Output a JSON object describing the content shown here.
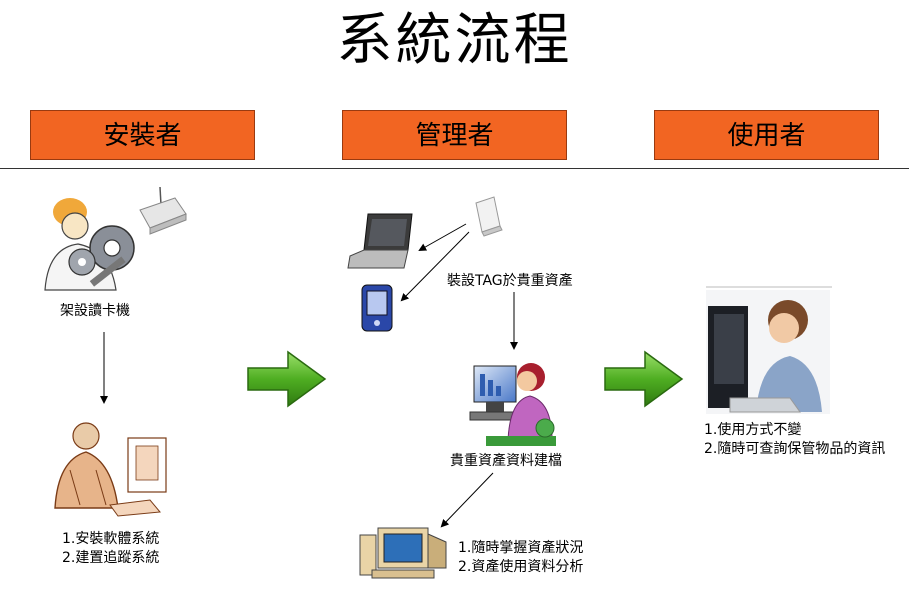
{
  "title": "系統流程",
  "roles": {
    "installer": "安裝者",
    "admin": "管理者",
    "user": "使用者"
  },
  "installer": {
    "step1_label": "架設讀卡機",
    "step2_lines": [
      "1.安裝軟體系統",
      "2.建置追蹤系統"
    ]
  },
  "admin": {
    "tag_label": "裝設TAG於貴重資產",
    "record_label": "貴重資產資料建檔",
    "result_lines": [
      "1.隨時掌握資產狀況",
      "2.資產使用資料分析"
    ]
  },
  "user": {
    "benefit_lines": [
      "1.使用方式不變",
      "2.隨時可查詢保管物品的資訊"
    ]
  },
  "colors": {
    "role_box": "#f26522",
    "flow_arrow": "#5cb82a"
  }
}
